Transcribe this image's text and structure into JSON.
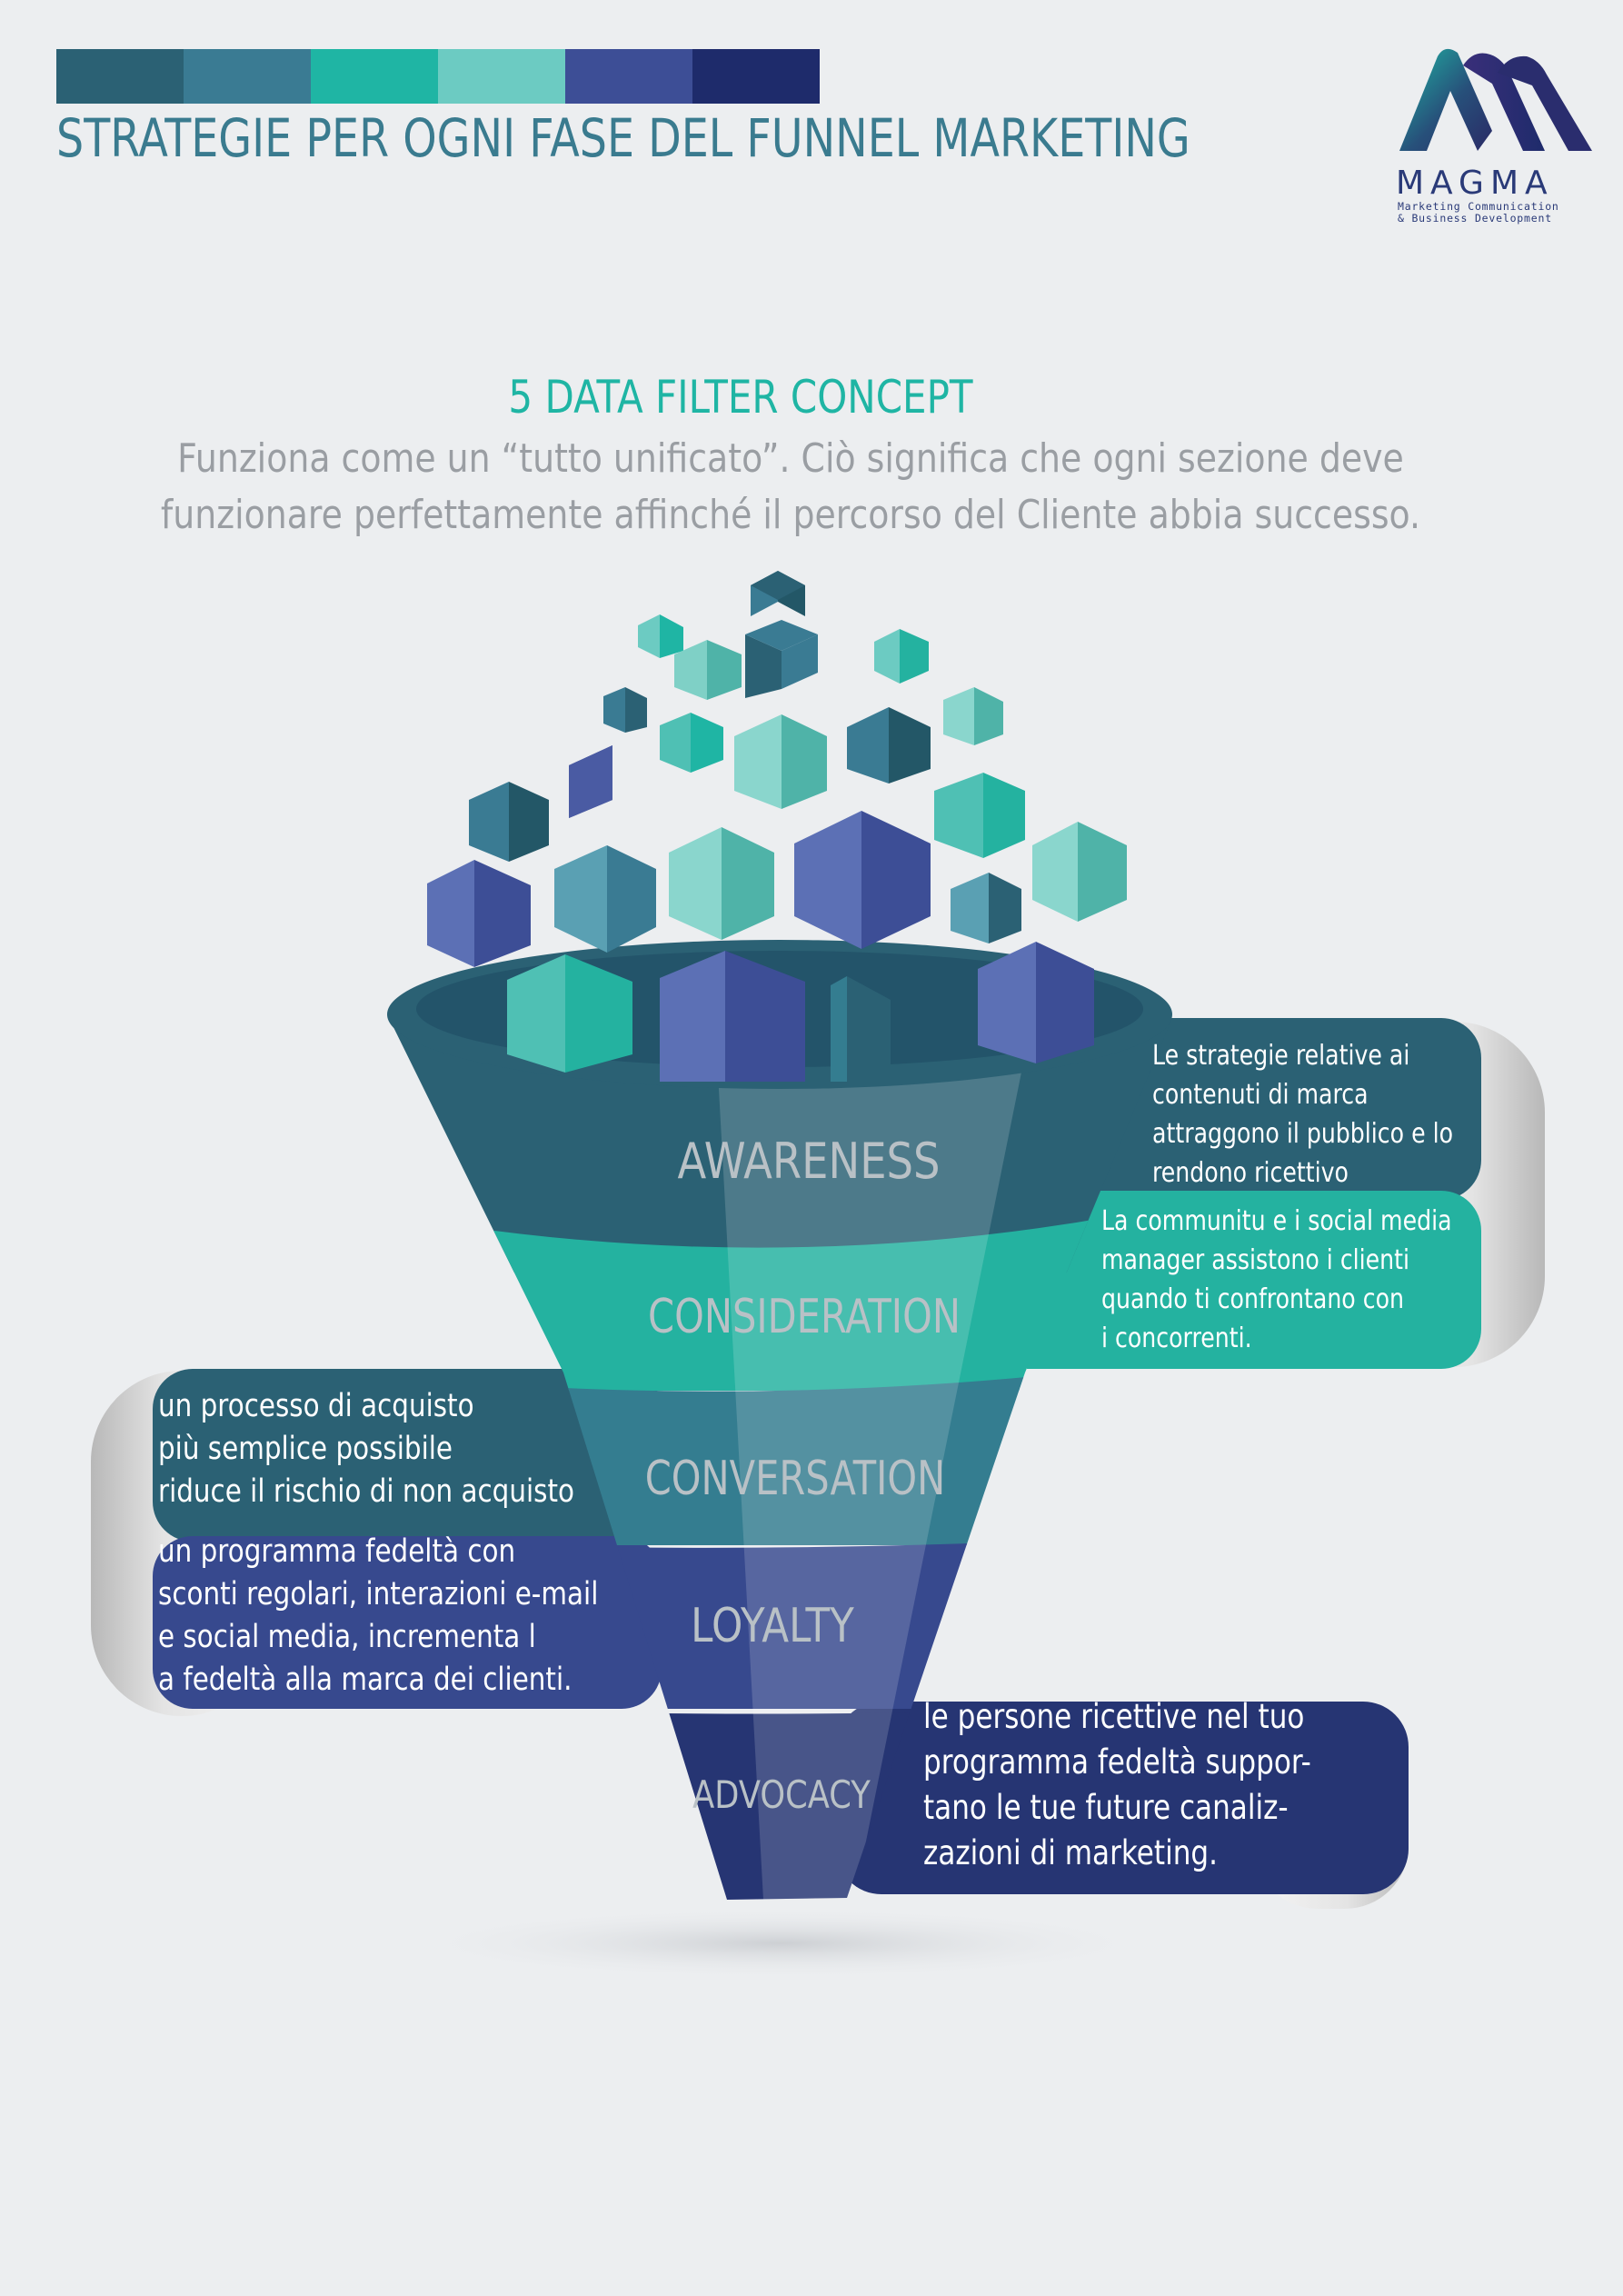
{
  "header": {
    "title": "STRATEGIE PER OGNI FASE DEL FUNNEL MARKETING",
    "title_color": "#3a7b8f",
    "strip_colors": [
      "#2b6174",
      "#3a7b93",
      "#1fb5a4",
      "#6ccbc2",
      "#3d4e96",
      "#1e2b6b"
    ]
  },
  "logo": {
    "word": "MAGMA",
    "tagline_line1": "Marketing Communication",
    "tagline_line2": "& Business Development",
    "color": "#2a3a78",
    "accent": "#1fb5a4"
  },
  "concept": {
    "heading": "5 DATA FILTER CONCEPT",
    "heading_color": "#1fb5a4",
    "intro_line1": "Funziona come un “tutto unificato”. Ciò significa che ogni sezione deve",
    "intro_line2": "funzionare perfettamente affinché il percorso del Cliente abbia successo.",
    "intro_color": "#9a9ea3"
  },
  "funnel": {
    "stages": [
      {
        "label": "AWARENESS",
        "color": "#2b6174"
      },
      {
        "label": "CONSIDERATION",
        "color": "#24b2a0"
      },
      {
        "label": "CONVERSATION",
        "color": "#347d90"
      },
      {
        "label": "LOYALTY",
        "color": "#37498e"
      },
      {
        "label": "ADVOCACY",
        "color": "#263573"
      }
    ],
    "label_color": "#b9c1c6"
  },
  "notes": {
    "awareness": "Le strategie relative ai\ncontenuti di marca\nattraggono il pubblico e lo\nrendono ricettivo",
    "consideration": "La communitu e i social media\n manager assistono i clienti\nquando ti confrontano con\ni concorrenti.",
    "conversation": "un processo di acquisto\npiù semplice possibile\nriduce il rischio di non acquisto",
    "loyalty": "un programma fedeltà con\nsconti regolari, interazioni e-mail\ne social media, incrementa l\na fedeltà alla marca dei clienti.",
    "advocacy": "le persone ricettive nel tuo\nprogramma fedeltà suppor-\ntano le tue future canaliz-\nzazioni di marketing."
  }
}
